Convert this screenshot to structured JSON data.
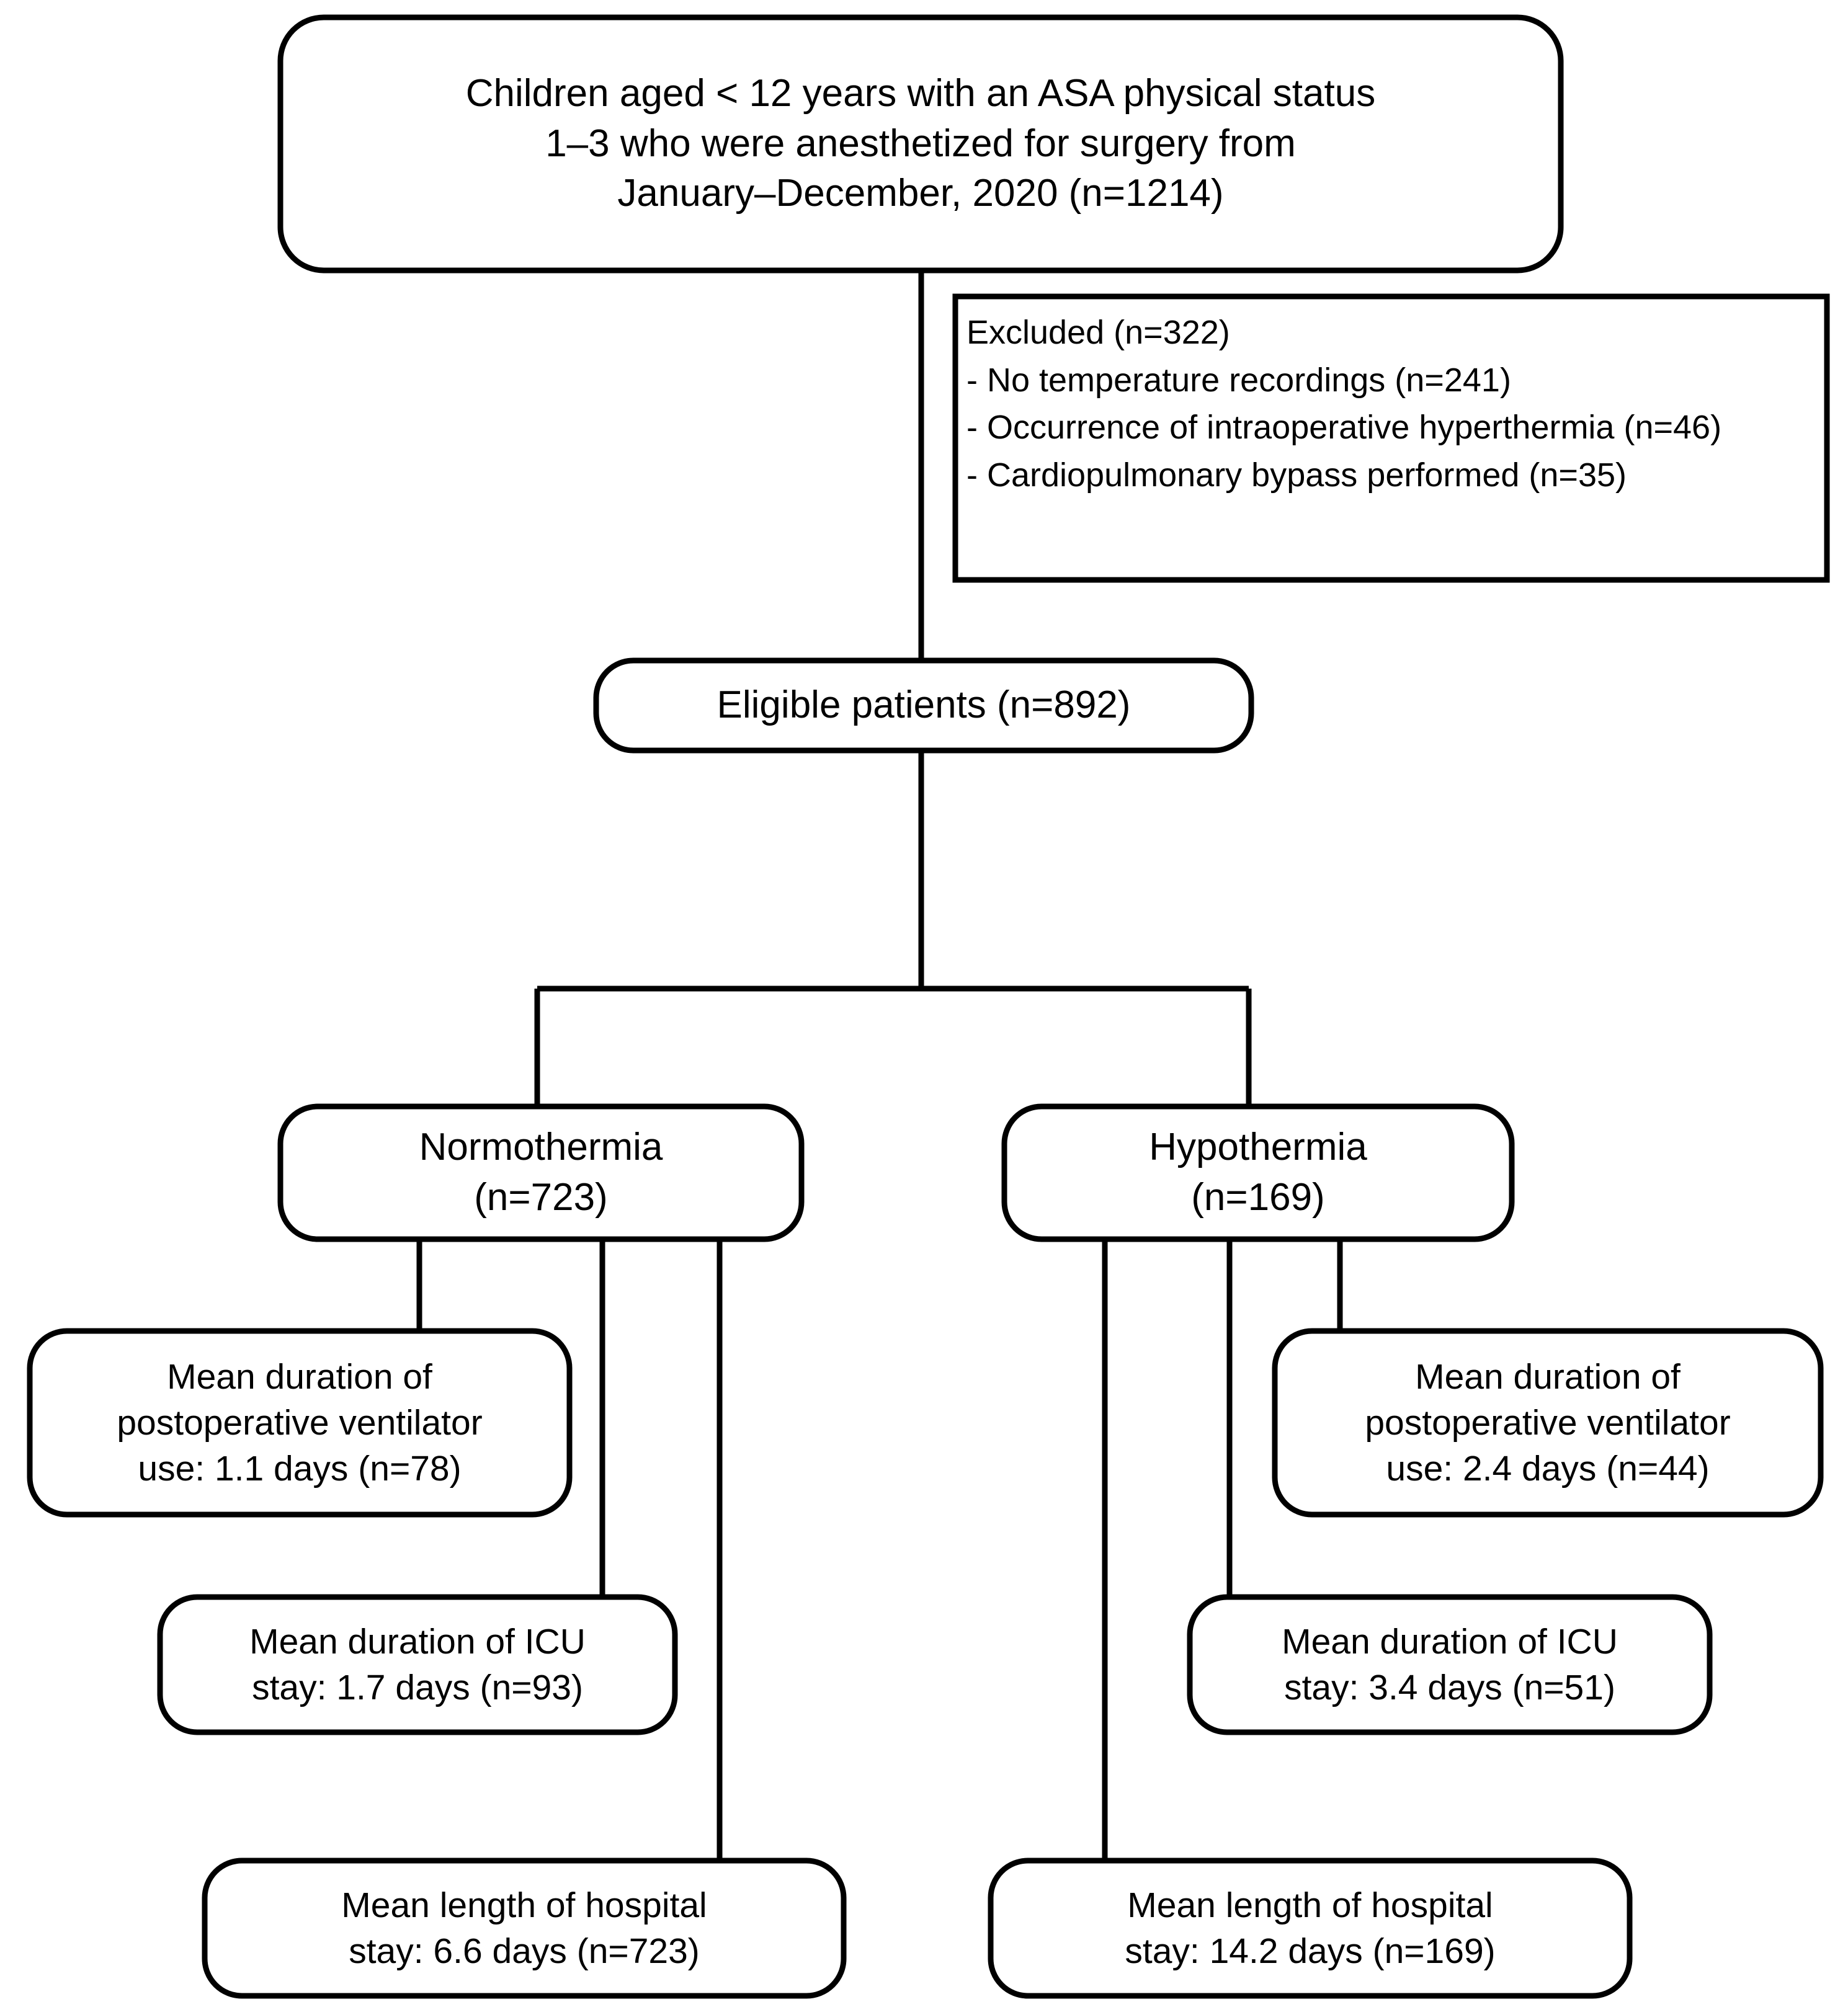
{
  "figure": {
    "type": "flowchart",
    "orientation": "top-down",
    "background_color": "#ffffff",
    "line_color": "#000000",
    "text_color": "#000000"
  },
  "nodes": {
    "enrollment": {
      "id": "enrollment",
      "shape": "rounded-rectangle",
      "lines": [
        "Children aged < 12 years with an ASA physical status",
        "1–3 who were anesthetized for surgery from",
        "January–December, 2020 (n=1214)"
      ],
      "n": 1214
    },
    "excluded": {
      "id": "excluded",
      "shape": "rectangle",
      "align": "left",
      "lines": [
        "Excluded (n=322)",
        "- No temperature recordings (n=241)",
        "- Occurrence of intraoperative hyperthermia (n=46)",
        "- Cardiopulmonary bypass performed (n=35)"
      ],
      "total_excluded": 322,
      "reasons": [
        {
          "label": "No temperature recordings",
          "n": 241
        },
        {
          "label": "Occurrence of intraoperative hyperthermia",
          "n": 46
        },
        {
          "label": "Cardiopulmonary bypass performed",
          "n": 35
        }
      ]
    },
    "eligible": {
      "id": "eligible",
      "shape": "rounded-rectangle",
      "lines": [
        "Eligible patients (n=892)"
      ],
      "n": 892
    },
    "normothermia": {
      "id": "normothermia",
      "shape": "rounded-rectangle",
      "lines": [
        "Normothermia",
        "(n=723)"
      ],
      "n": 723
    },
    "hypothermia": {
      "id": "hypothermia",
      "shape": "rounded-rectangle",
      "lines": [
        "Hypothermia",
        "(n=169)"
      ],
      "n": 169
    },
    "normo_vent": {
      "id": "normo_vent",
      "shape": "rounded-rectangle",
      "lines": [
        "Mean duration of",
        "postoperative ventilator",
        "use: 1.1 days (n=78)"
      ],
      "value": 1.1,
      "unit": "days",
      "n": 78
    },
    "hypo_vent": {
      "id": "hypo_vent",
      "shape": "rounded-rectangle",
      "lines": [
        "Mean duration of",
        "postoperative ventilator",
        "use: 2.4 days (n=44)"
      ],
      "value": 2.4,
      "unit": "days",
      "n": 44
    },
    "normo_icu": {
      "id": "normo_icu",
      "shape": "rounded-rectangle",
      "lines": [
        "Mean duration of ICU",
        "stay: 1.7 days (n=93)"
      ],
      "value": 1.7,
      "unit": "days",
      "n": 93
    },
    "hypo_icu": {
      "id": "hypo_icu",
      "shape": "rounded-rectangle",
      "lines": [
        "Mean duration of ICU",
        "stay: 3.4 days (n=51)"
      ],
      "value": 3.4,
      "unit": "days",
      "n": 51
    },
    "normo_hosp": {
      "id": "normo_hosp",
      "shape": "rounded-rectangle",
      "lines": [
        "Mean length of hospital",
        "stay: 6.6 days (n=723)"
      ],
      "value": 6.6,
      "unit": "days",
      "n": 723
    },
    "hypo_hosp": {
      "id": "hypo_hosp",
      "shape": "rounded-rectangle",
      "lines": [
        "Mean length of hospital",
        "stay: 14.2 days (n=169)"
      ],
      "value": 14.2,
      "unit": "days",
      "n": 169
    }
  }
}
